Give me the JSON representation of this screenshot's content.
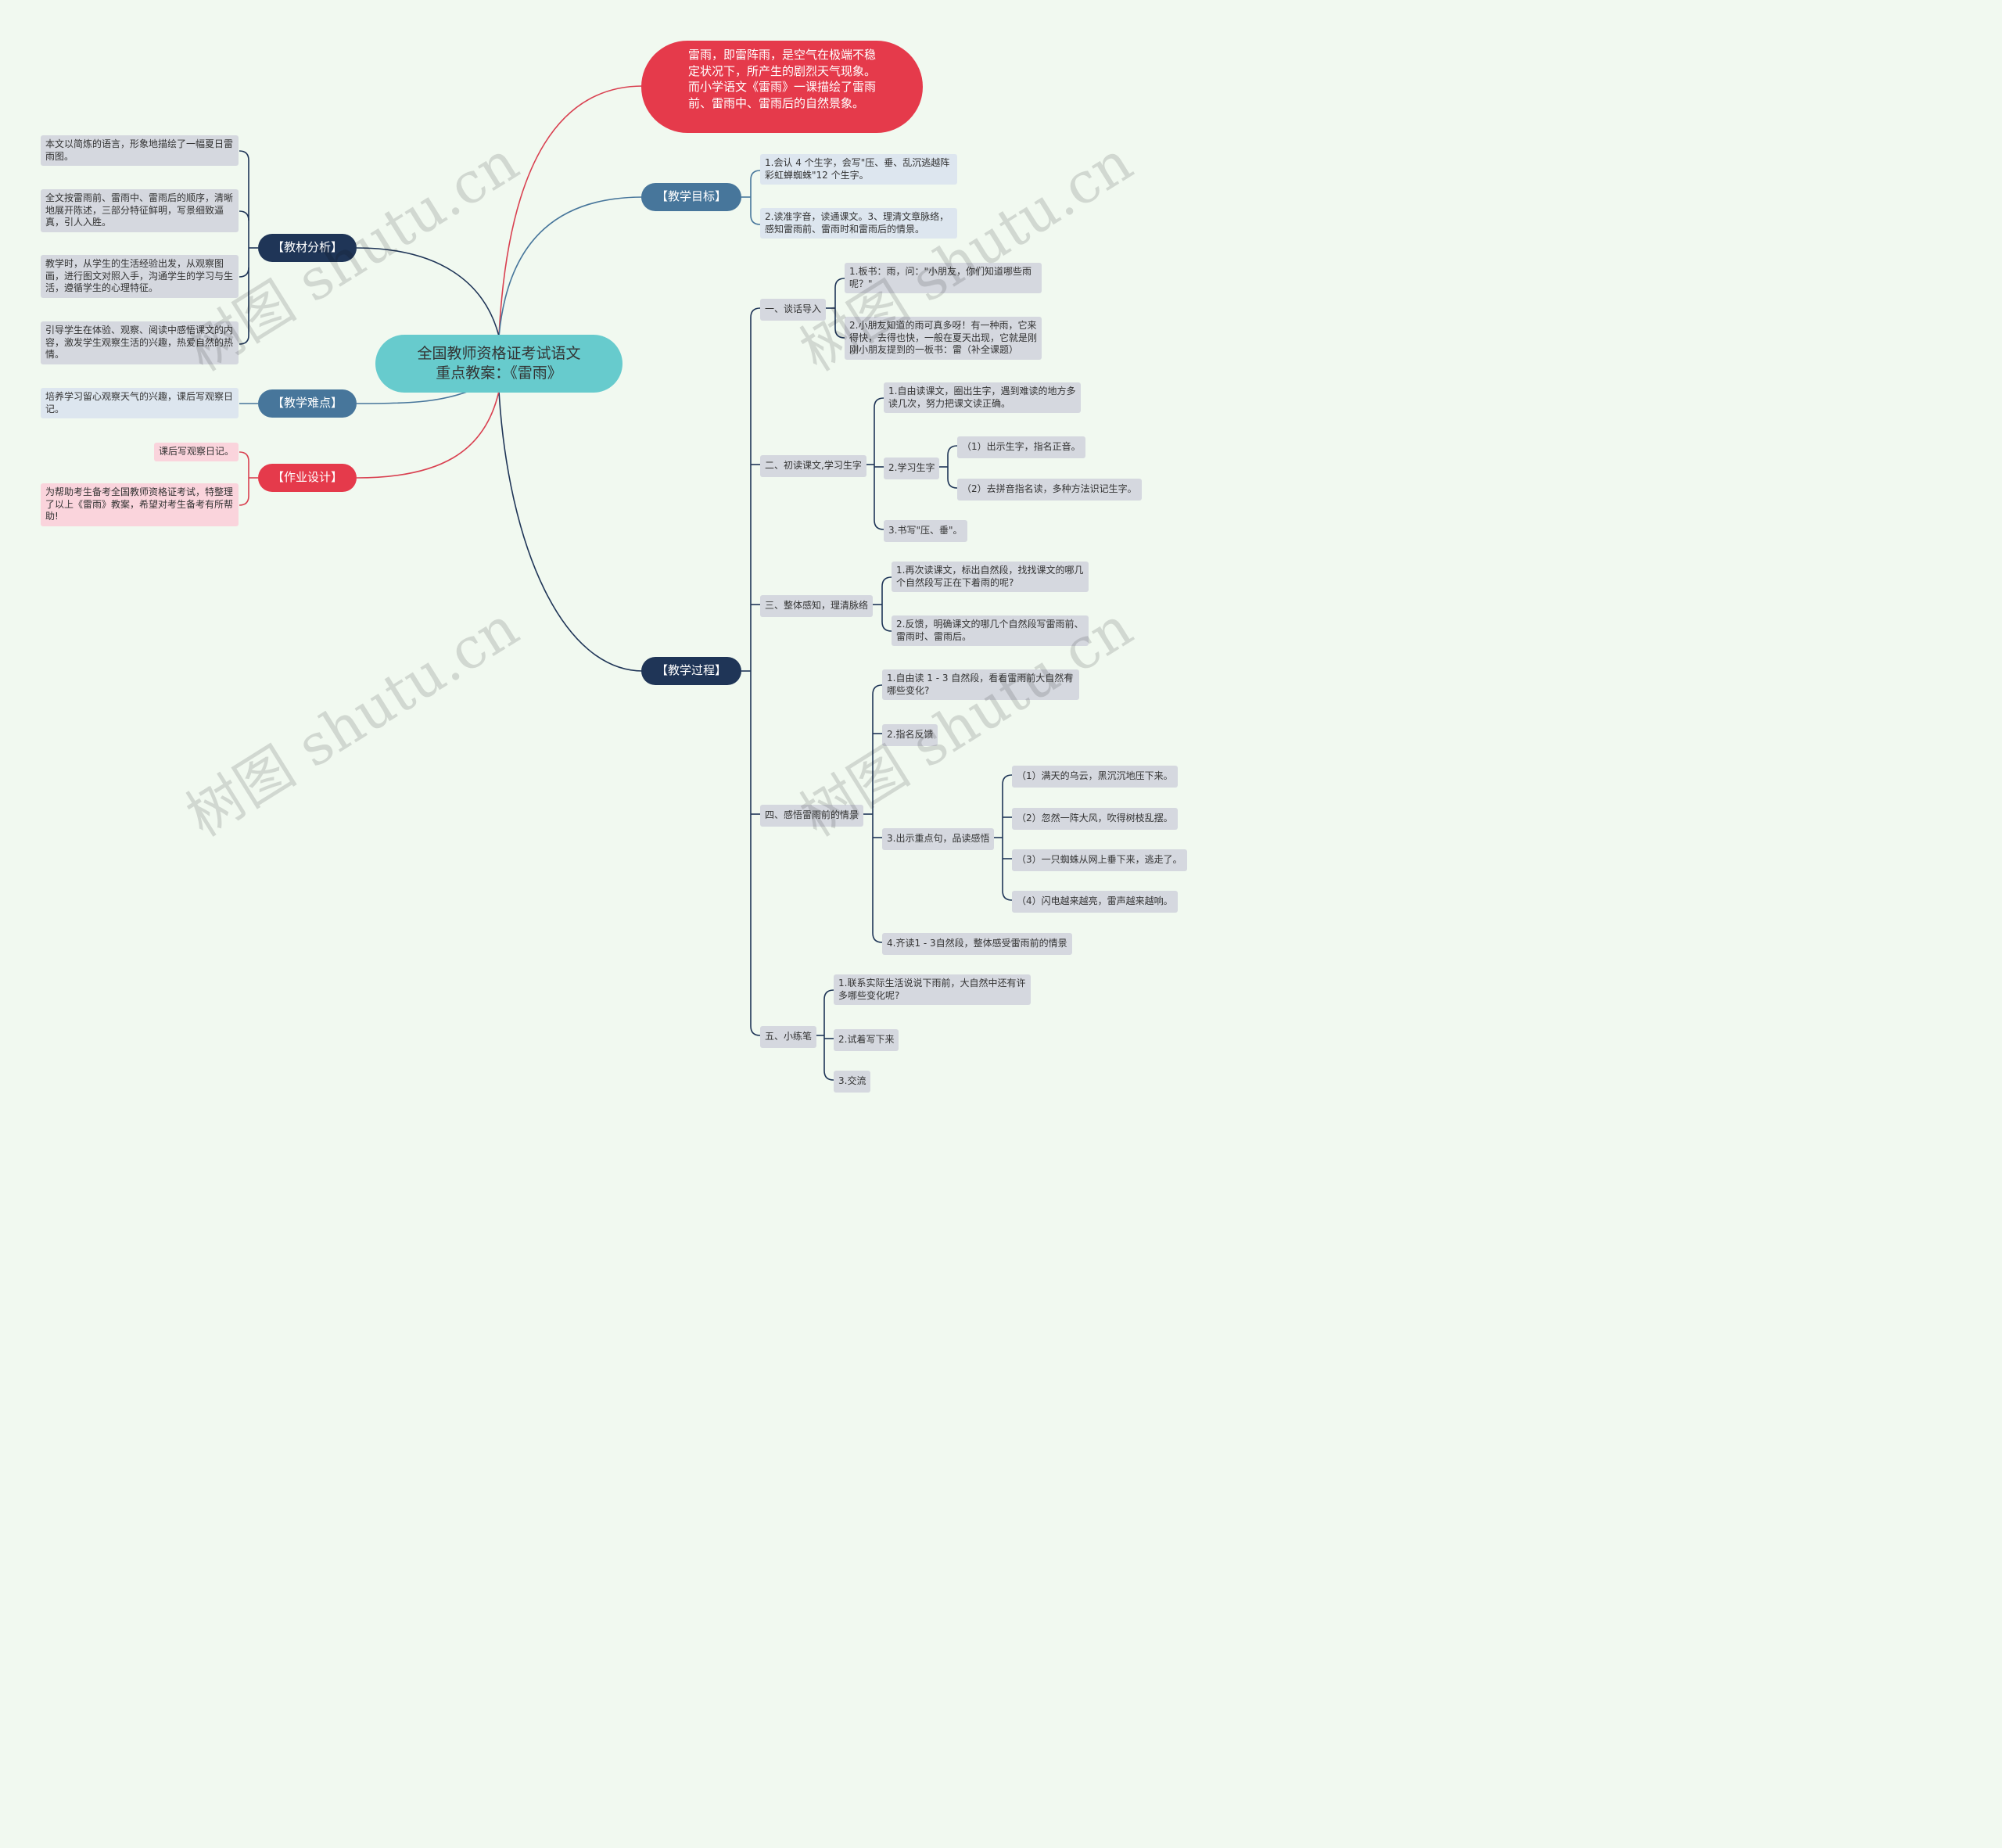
{
  "root": {
    "line1": "全国教师资格证考试语文",
    "line2": "重点教案：《雷雨》"
  },
  "intro": "雷雨，即雷阵雨，是空气在极端不稳定状况下，所产生的剧烈天气现象。而小学语文《雷雨》一课描绘了雷雨前、雷雨中、雷雨后的自然景象。",
  "left": {
    "jiaocai": {
      "label": "【教材分析】",
      "items": [
        "本文以简炼的语言，形象地描绘了一幅夏日雷雨图。",
        "全文按雷雨前、雷雨中、雷雨后的顺序，清晰地展开陈述，三部分特征鲜明，写景细致逼真，引人入胜。",
        "教学时，从学生的生活经验出发，从观察图画，进行图文对照入手，沟通学生的学习与生活，遵循学生的心理特征。",
        "引导学生在体验、观察、阅读中感悟课文的内容，激发学生观察生活的兴趣，热爱自然的热情。"
      ]
    },
    "nandian": {
      "label": "【教学难点】",
      "items": [
        "培养学习留心观察天气的兴趣，课后写观察日记。"
      ]
    },
    "zuoye": {
      "label": "【作业设计】",
      "items": [
        "课后写观察日记。",
        "为帮助考生备考全国教师资格证考试，特整理了以上《雷雨》教案，希望对考生备考有所帮助!"
      ]
    }
  },
  "right": {
    "mubiao": {
      "label": "【教学目标】",
      "items": [
        "1.会认 4 个生字，会写\"压、垂、乱沉逃越阵彩虹蝉蜘蛛\"12 个生字。",
        "2.读准字音，读通课文。3、理清文章脉络，感知雷雨前、雷雨时和雷雨后的情景。"
      ]
    },
    "guocheng": {
      "label": "【教学过程】",
      "s1": {
        "label": "一、谈话导入",
        "items": [
          "1.板书：雨，问：\"小朋友，你们知道哪些雨呢？\"",
          "2.小朋友知道的雨可真多呀！有一种雨，它来得快，去得也快，一般在夏天出现，它就是刚刚小朋友提到的一板书：雷（补全课题）"
        ]
      },
      "s2": {
        "label": "二、初读课文,学习生字",
        "i1": "1.自由读课文，圈出生字，遇到难读的地方多读几次，努力把课文读正确。",
        "i2": {
          "label": "2.学习生字",
          "items": [
            "（1）出示生字，指名正音。",
            "（2）去拼音指名读，多种方法识记生字。"
          ]
        },
        "i3": "3.书写\"压、垂\"。"
      },
      "s3": {
        "label": "三、整体感知，理清脉络",
        "items": [
          "1.再次读课文，标出自然段，找找课文的哪几个自然段写正在下着雨的呢?",
          "2.反馈，明确课文的哪几个自然段写雷雨前、雷雨时、雷雨后。"
        ]
      },
      "s4": {
        "label": "四、感悟雷雨前的情景",
        "i1": "1.自由读 1 - 3 自然段，看看雷雨前大自然有哪些变化?",
        "i2": "2.指名反馈",
        "i3": {
          "label": "3.出示重点句，品读感悟",
          "items": [
            "（1）满天的乌云，黑沉沉地压下来。",
            "（2）忽然一阵大风，吹得树枝乱摆。",
            "（3）一只蜘蛛从网上垂下来，逃走了。",
            "（4）闪电越来越亮，雷声越来越响。"
          ]
        },
        "i4": "4.齐读1 - 3自然段，整体感受雷雨前的情景"
      },
      "s5": {
        "label": "五、小练笔",
        "items": [
          "1.联系实际生活说说下雨前，大自然中还有许多哪些变化呢?",
          "2.试着写下来",
          "3.交流"
        ]
      }
    }
  },
  "watermark": "树图 shutu.cn",
  "colors": {
    "background": "#f1f9f0",
    "root": "#67cbcd",
    "navy": "#1f3557",
    "steel": "#47769b",
    "red": "#e53a4b"
  }
}
